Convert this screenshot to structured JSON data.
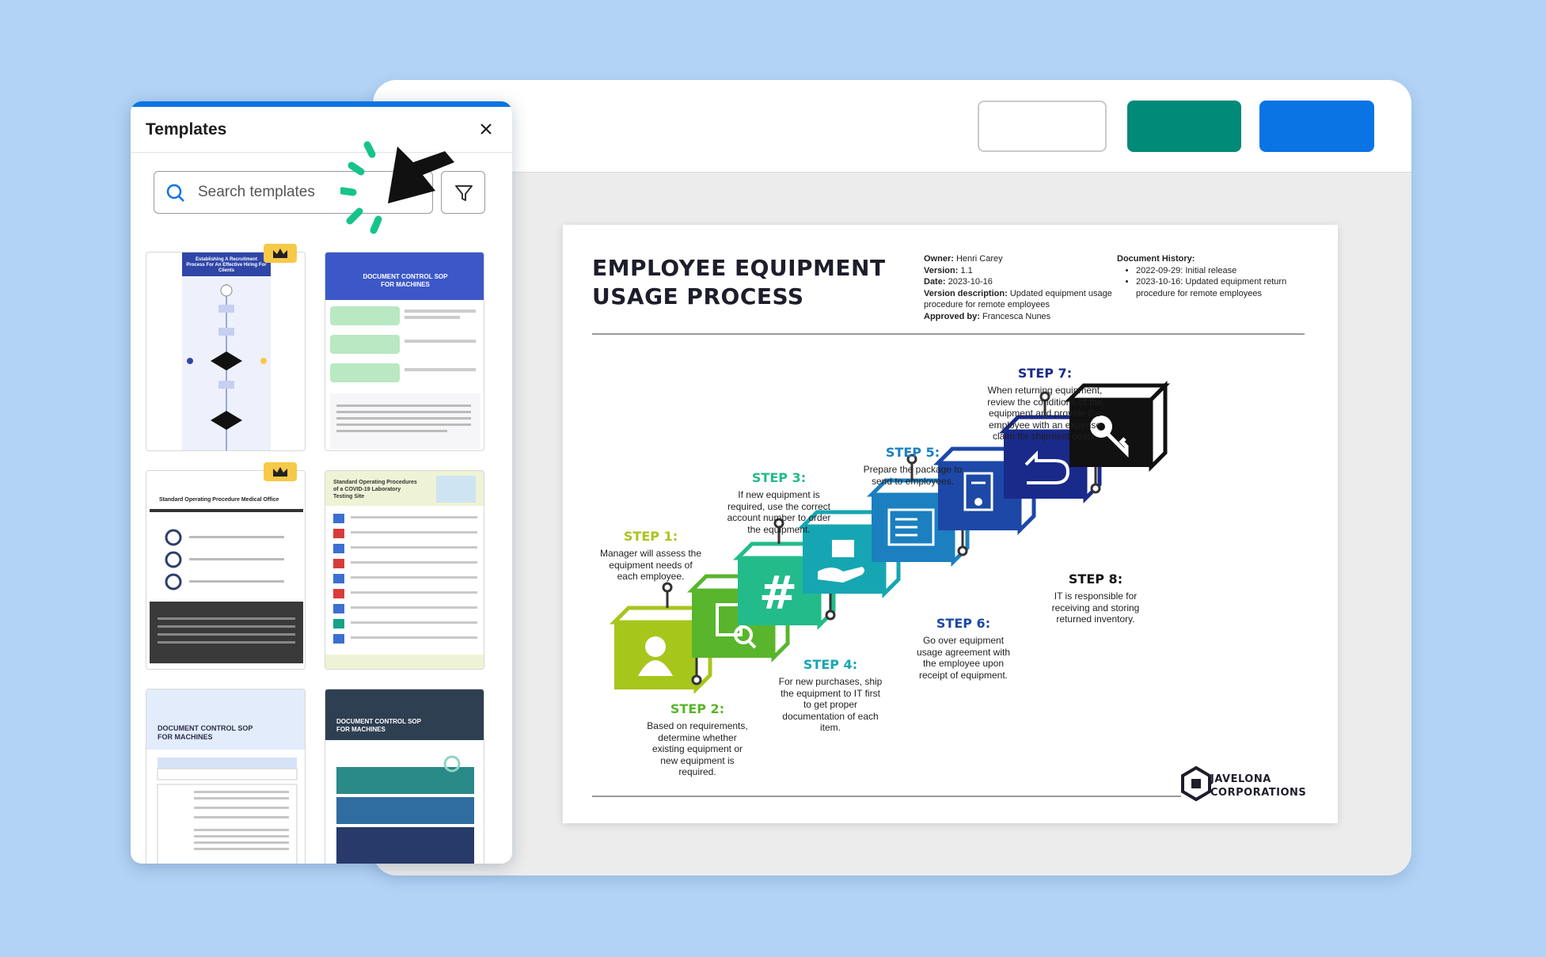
{
  "panel": {
    "title": "Templates",
    "search_placeholder": "Search templates"
  },
  "document": {
    "title_line1": "EMPLOYEE EQUIPMENT",
    "title_line2": "USAGE PROCESS",
    "meta": {
      "owner_label": "Owner:",
      "owner": "Henri Carey",
      "version_label": "Version:",
      "version": "1.1",
      "date_label": "Date:",
      "date": "2023-10-16",
      "desc_label": "Version description:",
      "desc": "Updated equipment usage procedure for remote employees",
      "approved_label": "Approved by:",
      "approved": "Francesca Nunes"
    },
    "history": {
      "title": "Document History:",
      "items": [
        "2022-09-29: Initial release",
        "2023-10-16: Updated equipment return procedure for remote employees"
      ]
    },
    "steps": [
      {
        "head": "STEP 1:",
        "text": "Manager will assess the equipment needs of each employee.",
        "color": "#a7c61c"
      },
      {
        "head": "STEP 2:",
        "text": "Based on requirements, determine whether existing equipment or new equipment is required.",
        "color": "#59b52c"
      },
      {
        "head": "STEP 3:",
        "text": "If new equipment is required, use the correct account number to order the equipment.",
        "color": "#23bb8a"
      },
      {
        "head": "STEP 4:",
        "text": "For new purchases, ship the equipment to IT first to get proper documentation of each item.",
        "color": "#16a6b3"
      },
      {
        "head": "STEP 5:",
        "text": "Prepare the package to send to employees.",
        "color": "#1b7fc0"
      },
      {
        "head": "STEP 6:",
        "text": "Go over equipment usage agreement with the employee upon receipt of equipment.",
        "color": "#1d48a7"
      },
      {
        "head": "STEP 7:",
        "text": "When returning equipment, review the conditions of the equipment and provide the employee with an expense claim for shipment costs.",
        "color": "#1a2a8a"
      },
      {
        "head": "STEP 8:",
        "text": "IT is responsible for receiving and storing returned inventory.",
        "color": "#111111"
      }
    ],
    "logo_line1": "JAVELONA",
    "logo_line2": "CORPORATIONS"
  },
  "thumbnails": [
    {
      "title": "Establishing A Recruitment Process For An Effective Hiring For Clients",
      "premium": true
    },
    {
      "title": "DOCUMENT CONTROL SOP FOR MACHINES",
      "premium": false
    },
    {
      "title": "Standard Operating Procedure Medical Office",
      "premium": true
    },
    {
      "title": "Standard Operating Procedures of a COVID-19 Laboratory Testing Site",
      "premium": false
    },
    {
      "title": "DOCUMENT CONTROL SOP FOR MACHINES",
      "premium": false
    },
    {
      "title": "DOCUMENT CONTROL SOP FOR MACHINES",
      "premium": false
    }
  ]
}
